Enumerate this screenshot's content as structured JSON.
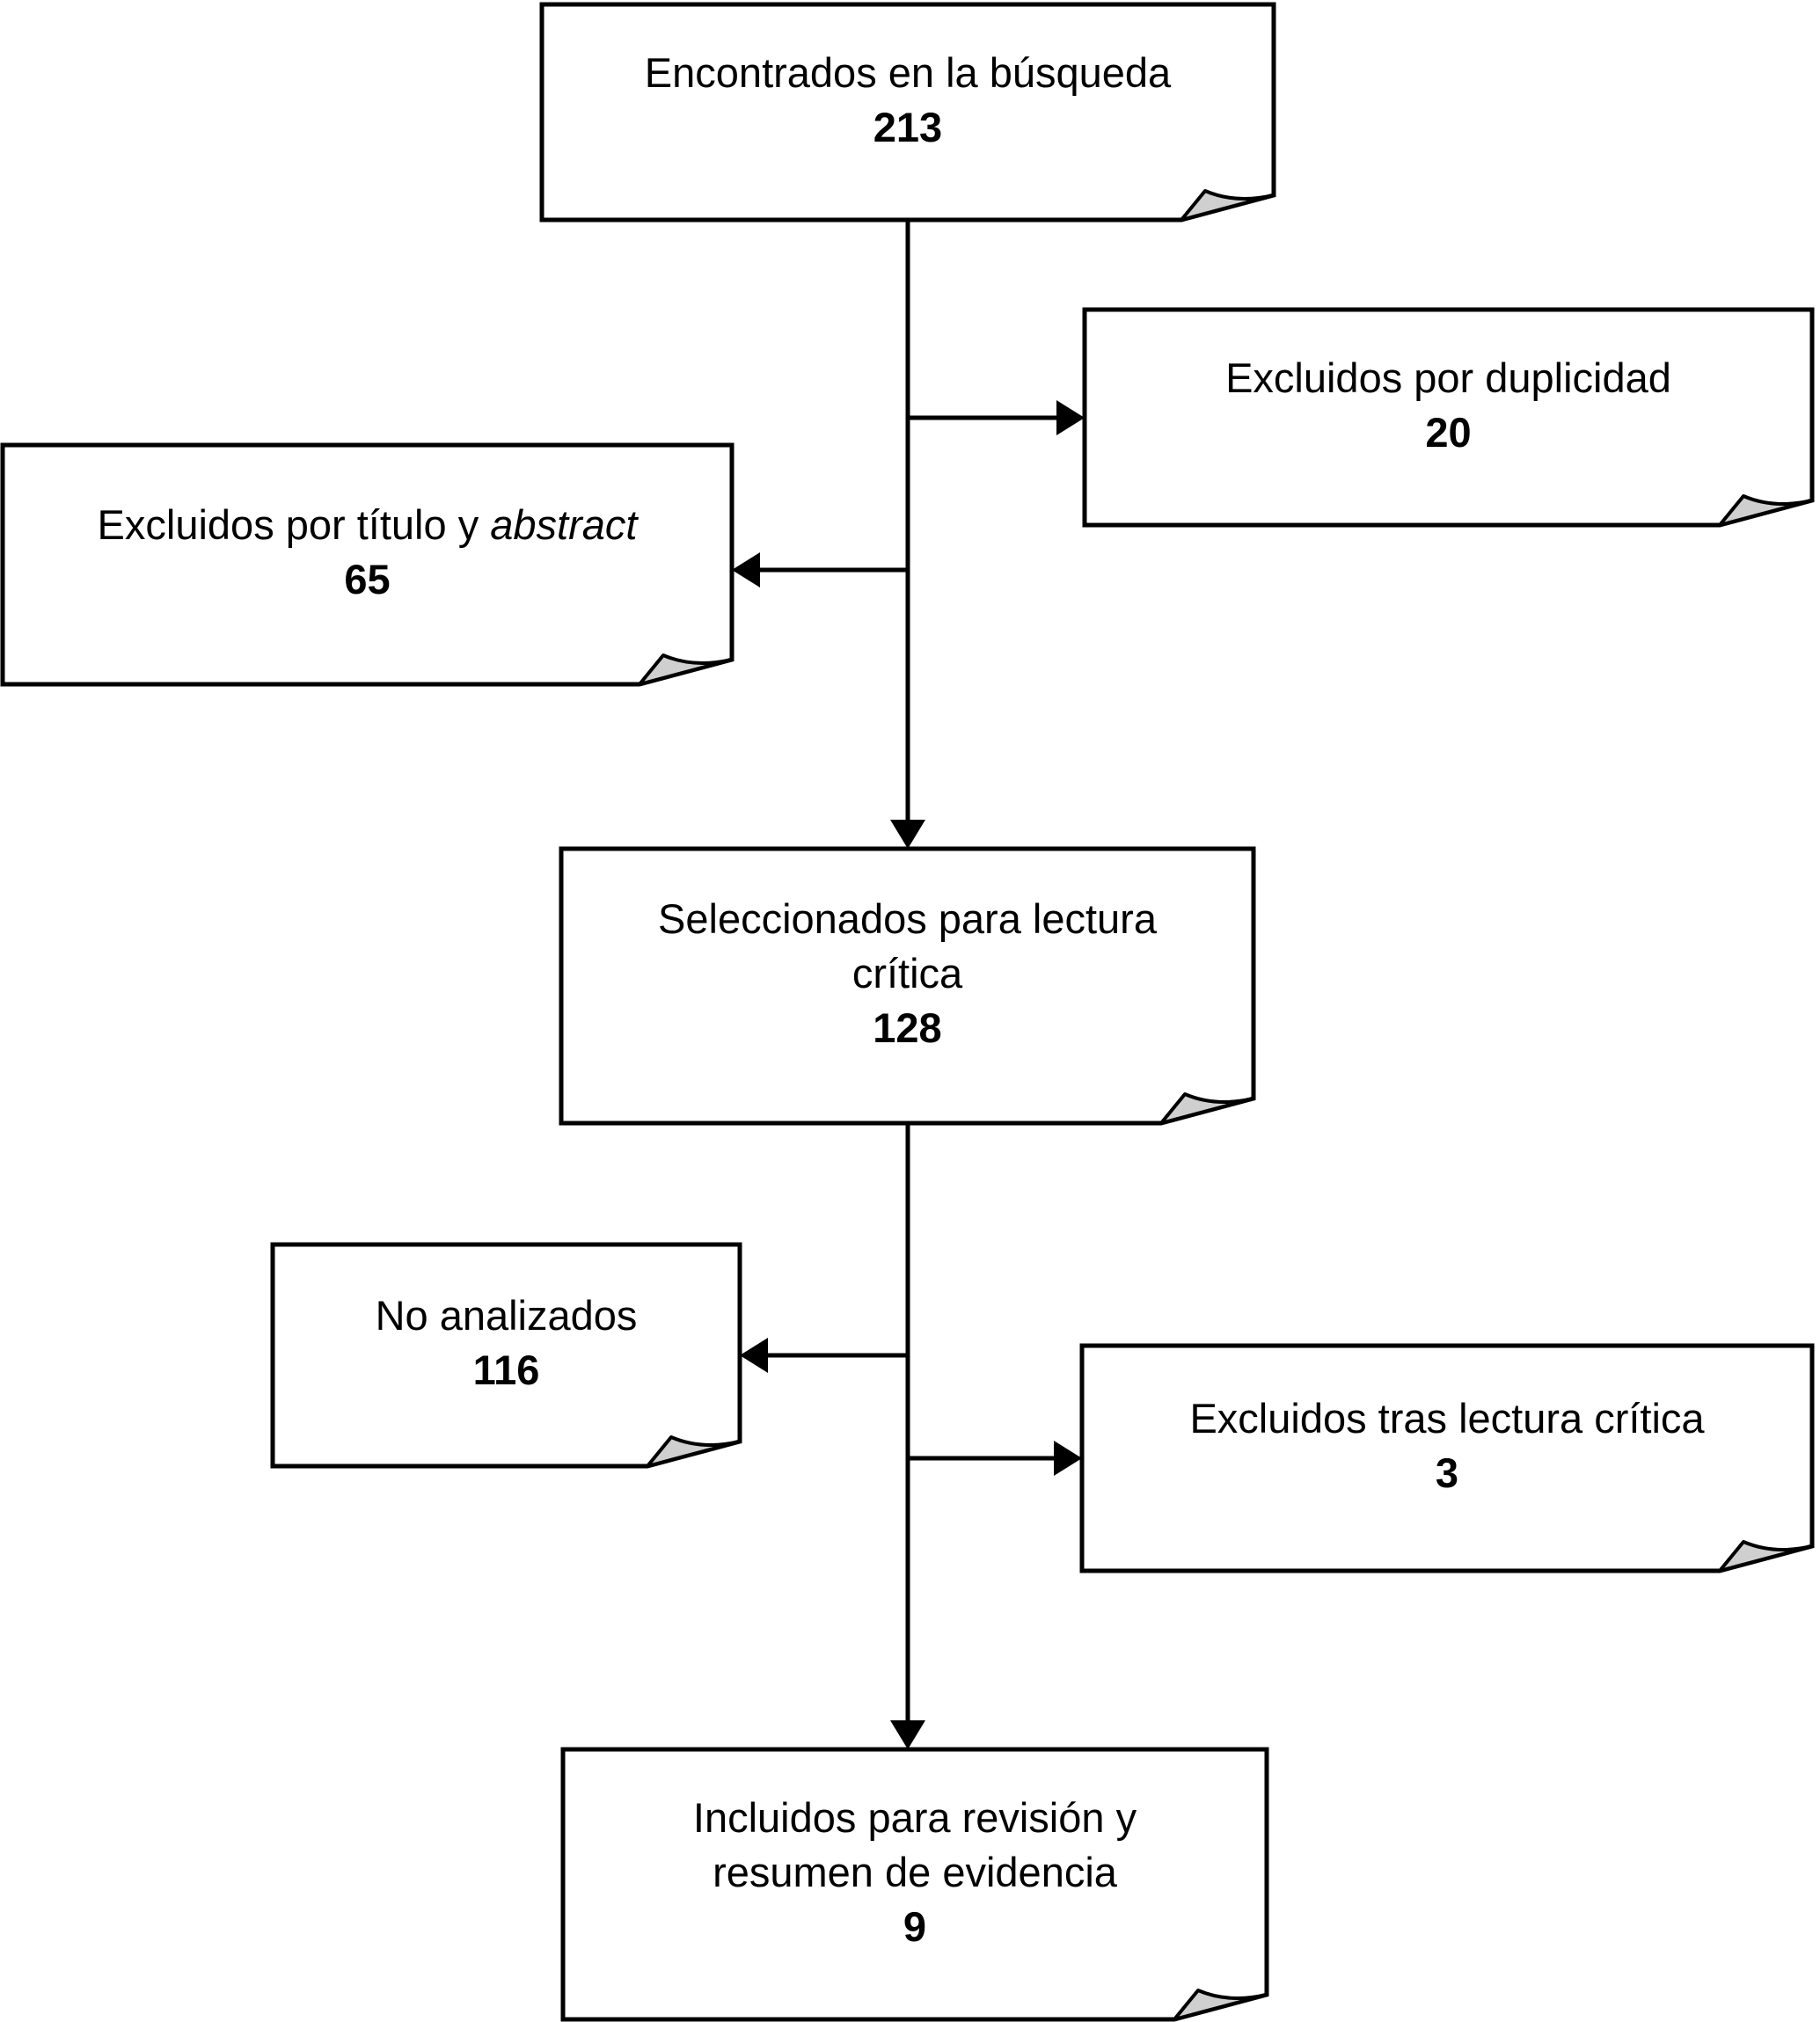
{
  "diagram": {
    "background_color": "#ffffff",
    "line_color": "#000000",
    "fold_color": "#cfcfcf",
    "text_color": "#000000",
    "boxes": [
      {
        "id": "found",
        "label": "Encontrados en la búsqueda",
        "count": "213"
      },
      {
        "id": "excluded-duplicates",
        "label": "Excluidos por duplicidad",
        "count": "20"
      },
      {
        "id": "excluded-title-abstract",
        "label_prefix": "Excluidos por título y ",
        "label_italic": "abstract",
        "count": "65"
      },
      {
        "id": "selected-critical-reading",
        "label": "Seleccionados para lectura crítica",
        "count": "128"
      },
      {
        "id": "not-analyzed",
        "label": "No analizados",
        "count": "116"
      },
      {
        "id": "excluded-after-critical-reading",
        "label": "Excluidos tras lectura crítica",
        "count": "3"
      },
      {
        "id": "included-review",
        "label": "Incluidos para revisión y resumen de evidencia",
        "count": "9"
      }
    ],
    "edges": [
      {
        "from": "found",
        "to": "excluded-duplicates",
        "direction": "right"
      },
      {
        "from": "found",
        "to": "excluded-title-abstract",
        "direction": "left"
      },
      {
        "from": "found",
        "to": "selected-critical-reading",
        "direction": "down"
      },
      {
        "from": "selected-critical-reading",
        "to": "not-analyzed",
        "direction": "left"
      },
      {
        "from": "selected-critical-reading",
        "to": "excluded-after-critical-reading",
        "direction": "right"
      },
      {
        "from": "selected-critical-reading",
        "to": "included-review",
        "direction": "down"
      }
    ]
  }
}
